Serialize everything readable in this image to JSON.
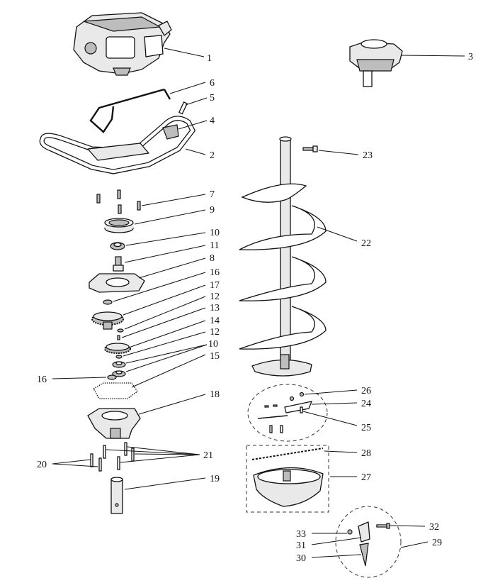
{
  "callouts": {
    "n1": "1",
    "n2": "2",
    "n3": "3",
    "n4": "4",
    "n5": "5",
    "n6": "6",
    "n7": "7",
    "n8": "8",
    "n9": "9",
    "n10a": "10",
    "n10b": "10",
    "n11": "11",
    "n12a": "12",
    "n12b": "12",
    "n13": "13",
    "n14": "14",
    "n15": "15",
    "n16a": "16",
    "n16b": "16",
    "n17": "17",
    "n18": "18",
    "n19": "19",
    "n20": "20",
    "n21": "21",
    "n22": "22",
    "n23": "23",
    "n24": "24",
    "n25": "25",
    "n26": "26",
    "n27": "27",
    "n28": "28",
    "n29": "29",
    "n30": "30",
    "n31": "31",
    "n32": "32",
    "n33": "33"
  }
}
